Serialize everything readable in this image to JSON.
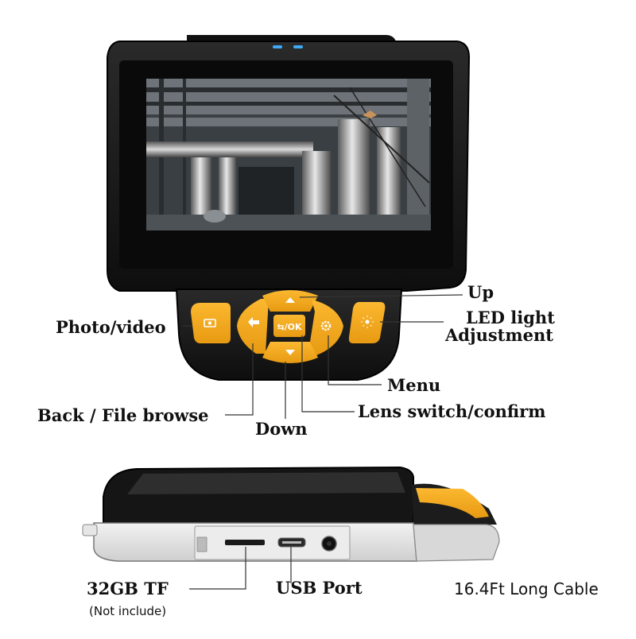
{
  "colors": {
    "accent": "#F5A623",
    "body": "#1b1b1b",
    "indicator": "#3fa9f5"
  },
  "device": {
    "buttons": [
      {
        "name": "photo-video-button",
        "icon": "camera-icon"
      },
      {
        "name": "back-button",
        "icon": "back-arrow-icon"
      },
      {
        "name": "up-button",
        "icon": "triangle-up-icon"
      },
      {
        "name": "ok-button",
        "icon": "switch-ok-icon",
        "text": "⇆/OK"
      },
      {
        "name": "down-button",
        "icon": "triangle-down-icon"
      },
      {
        "name": "menu-button",
        "icon": "gear-icon"
      },
      {
        "name": "led-button",
        "icon": "sun-icon"
      }
    ],
    "ports": [
      {
        "name": "tf-card-slot",
        "icon": "tf-slot-icon"
      },
      {
        "name": "usb-port",
        "icon": "micro-usb-icon"
      },
      {
        "name": "cable-jack",
        "icon": "round-jack-icon"
      }
    ]
  },
  "labels": {
    "up": "Up",
    "led_line1": "LED light",
    "led_line2": "Adjustment",
    "photo_video": "Photo/video",
    "menu": "Menu",
    "back": "Back / File browse",
    "lens": "Lens switch/confirm",
    "down": "Down",
    "tf": "32GB TF",
    "tf_note": "(Not include)",
    "usb": "USB Port",
    "cable": "16.4Ft Long Cable"
  }
}
